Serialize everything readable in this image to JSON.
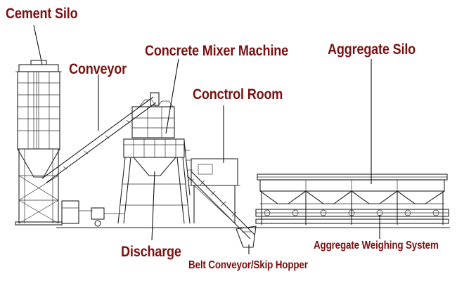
{
  "diagram": {
    "labels": {
      "cement_silo": "Cement Silo",
      "conveyor": "Conveyor",
      "concrete_mixer": "Concrete Mixer Machine",
      "control_room": "Conctrol Room",
      "aggregate_silo": "Aggregate Silo",
      "discharge": "Discharge",
      "belt_conveyor": "Belt Conveyor/Skip Hopper",
      "aggregate_weighing": "Aggregate Weighing System"
    },
    "colors": {
      "label": "#7a1111",
      "line": "#222222",
      "background": "#ffffff"
    }
  }
}
